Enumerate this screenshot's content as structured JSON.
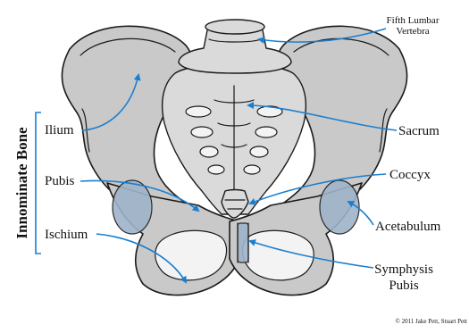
{
  "diagram": {
    "side_title": "Innominate Bone",
    "labels": {
      "fifth_lumbar_line1": "Fifth Lumbar",
      "fifth_lumbar_line2": "Vertebra",
      "ilium": "Ilium",
      "pubis": "Pubis",
      "ischium": "Ischium",
      "sacrum": "Sacrum",
      "coccyx": "Coccyx",
      "acetabulum": "Acetabulum",
      "symphysis_line1": "Symphysis",
      "symphysis_line2": "Pubis"
    },
    "copyright": "© 2011 Jake Pett, Stuart Pett",
    "colors": {
      "bone": "#c9c9c9",
      "arrow": "#1b7fd0",
      "acetabulum": "#9fb3c8"
    }
  }
}
